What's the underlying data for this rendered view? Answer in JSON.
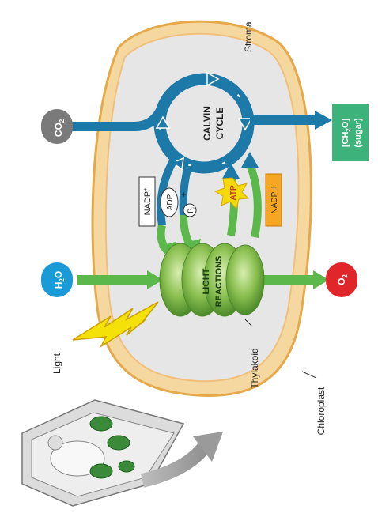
{
  "labels": {
    "stroma": "Stroma",
    "calvin_line1": "CALVIN",
    "calvin_line2": "CYCLE",
    "co2": "CO",
    "co2_sub": "2",
    "sugar_line1_main": "[CH",
    "sugar_line1_sub": "2",
    "sugar_line1_end": "O]",
    "sugar_line2": "(sugar)",
    "nadp_main": "NADP",
    "nadp_sup": "+",
    "adp": "ADP",
    "plus": "+",
    "pi_main": "P",
    "pi_sub": "i",
    "atp": "ATP",
    "nadph": "NADPH",
    "h2o_main": "H",
    "h2o_sub": "2",
    "h2o_end": "O",
    "light_line1": "LIGHT",
    "light_line2": "REACTIONS",
    "o2_main": "O",
    "o2_sub": "2",
    "light": "Light",
    "thylakoid": "Thylakoid",
    "chloroplast": "Chloroplast"
  },
  "colors": {
    "chloroplast_outer": "#f1c27d",
    "chloroplast_inner": "#e6e6e6",
    "calvin_blue": "#1d7aa8",
    "green_arrow": "#5cb84a",
    "light_reactions": "#8cc152",
    "co2_badge": "#7a7a7a",
    "h2o_badge": "#1a9bd7",
    "o2_badge": "#e0262b",
    "sugar_box": "#3db27a",
    "atp_star": "#f5d90a",
    "nadph_box": "#f5a623",
    "light_bolt": "#f5e10a"
  }
}
